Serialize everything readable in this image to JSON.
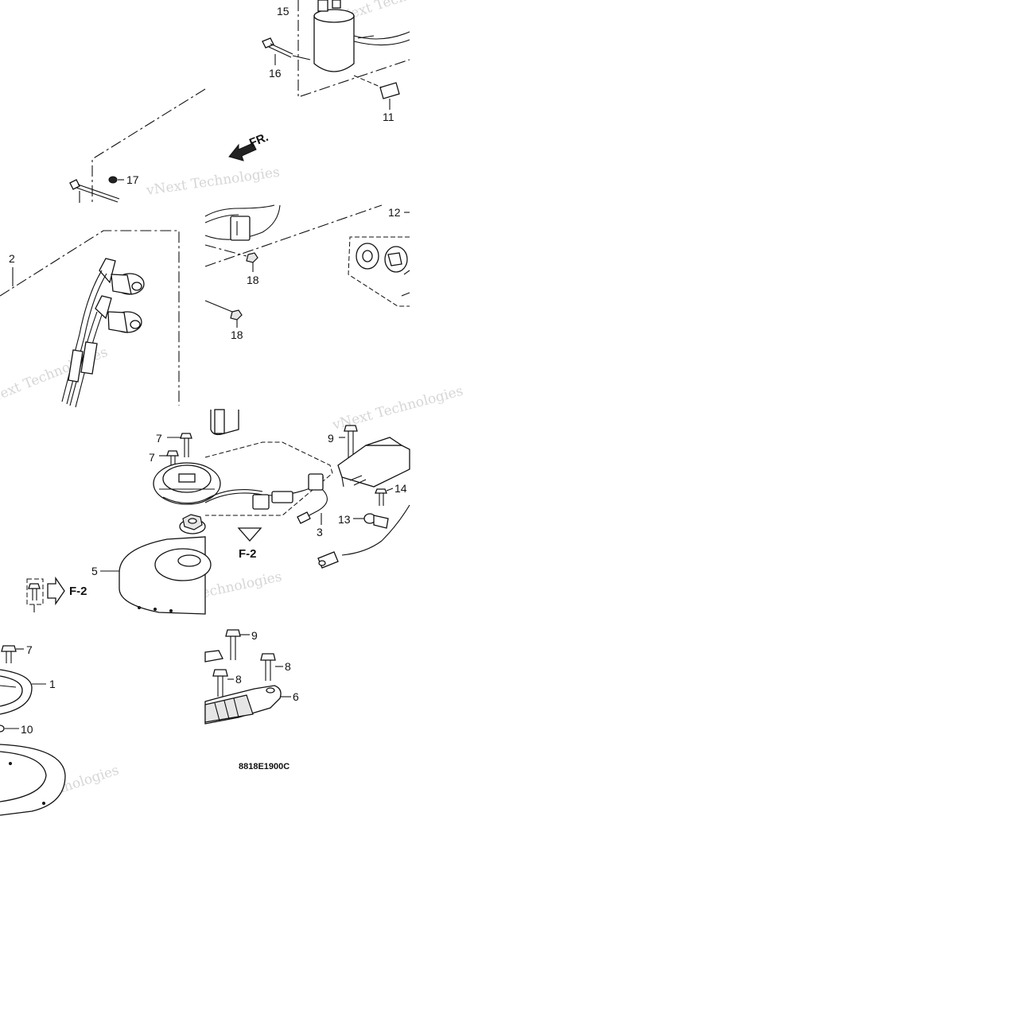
{
  "diagram": {
    "drawing_code": "8818E1900C",
    "front_marker": "FR.",
    "fig_refs": [
      "F-2",
      "F-2"
    ],
    "callouts": {
      "c1": "1",
      "c2": "2",
      "c3": "3",
      "c5": "5",
      "c6": "6",
      "c7a": "7",
      "c7b": "7",
      "c7c": "7",
      "c8a": "8",
      "c8b": "8",
      "c9a": "9",
      "c9b": "9",
      "c10": "10",
      "c11": "11",
      "c12": "12",
      "c13": "13",
      "c14": "14",
      "c15": "15",
      "c16": "16",
      "c17": "17",
      "c18a": "18",
      "c18b": "18"
    }
  },
  "watermarks": [
    "vNext Technologies",
    "vNext Technologies",
    "vNext Technologies",
    "vNext Technologies",
    "vNext Technologies",
    "vNext Technologies"
  ]
}
